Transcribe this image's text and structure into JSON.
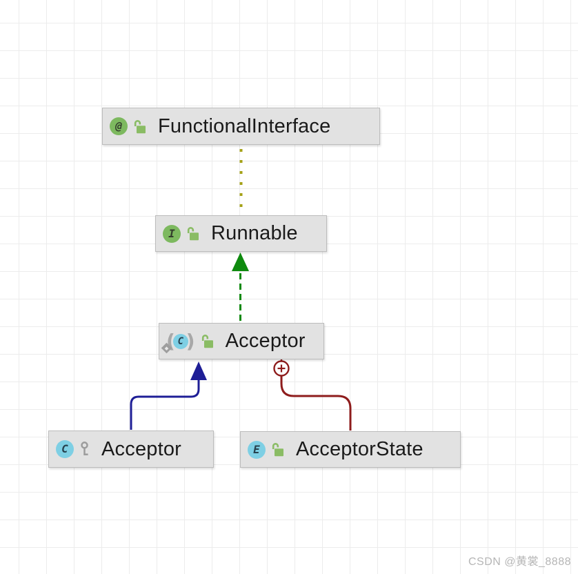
{
  "diagram": {
    "type": "uml-class-diagram",
    "nodes": {
      "functionalInterface": {
        "label": "FunctionalInterface",
        "kind": "annotation",
        "iconLetter": "@",
        "visibility": "public"
      },
      "runnable": {
        "label": "Runnable",
        "kind": "interface",
        "iconLetter": "I",
        "visibility": "public"
      },
      "acceptorInner": {
        "label": "Acceptor",
        "kind": "anonymous-class",
        "iconLetter": "C",
        "parenLeft": "(",
        "parenRight": ")",
        "visibility": "public"
      },
      "acceptorOuter": {
        "label": "Acceptor",
        "kind": "class",
        "iconLetter": "C",
        "visibility": "package-private"
      },
      "acceptorState": {
        "label": "AcceptorState",
        "kind": "enum",
        "iconLetter": "E",
        "visibility": "public"
      }
    },
    "edges": [
      {
        "from": "Runnable",
        "to": "FunctionalInterface",
        "type": "annotated-by",
        "style": "dotted",
        "color": "#a5a217"
      },
      {
        "from": "Acceptor",
        "to": "Runnable",
        "type": "implements",
        "style": "dashed-arrow",
        "color": "#0e8a0e"
      },
      {
        "from": "Acceptor (outer)",
        "to": "Acceptor",
        "type": "extends",
        "style": "solid-arrow",
        "color": "#1e1e96"
      },
      {
        "from": "AcceptorState",
        "to": "Acceptor",
        "type": "inner-class",
        "style": "solid-circle-plus",
        "color": "#8e1c1c"
      }
    ],
    "colors": {
      "nodeFill": "#e2e2e2",
      "nodeBorder": "#bcbcbc",
      "gridLine": "#ececec",
      "annotationEdge": "#a5a217",
      "implementsEdge": "#0e8a0e",
      "extendsEdge": "#1e1e96",
      "innerClassEdge": "#8e1c1c",
      "greenBadge": "#7db95f",
      "blueBadge": "#7ecfe4",
      "lockGreen": "#8abc64",
      "keyGray": "#9c9c9c"
    }
  },
  "watermark": {
    "text": "CSDN @黄裳_8888"
  }
}
